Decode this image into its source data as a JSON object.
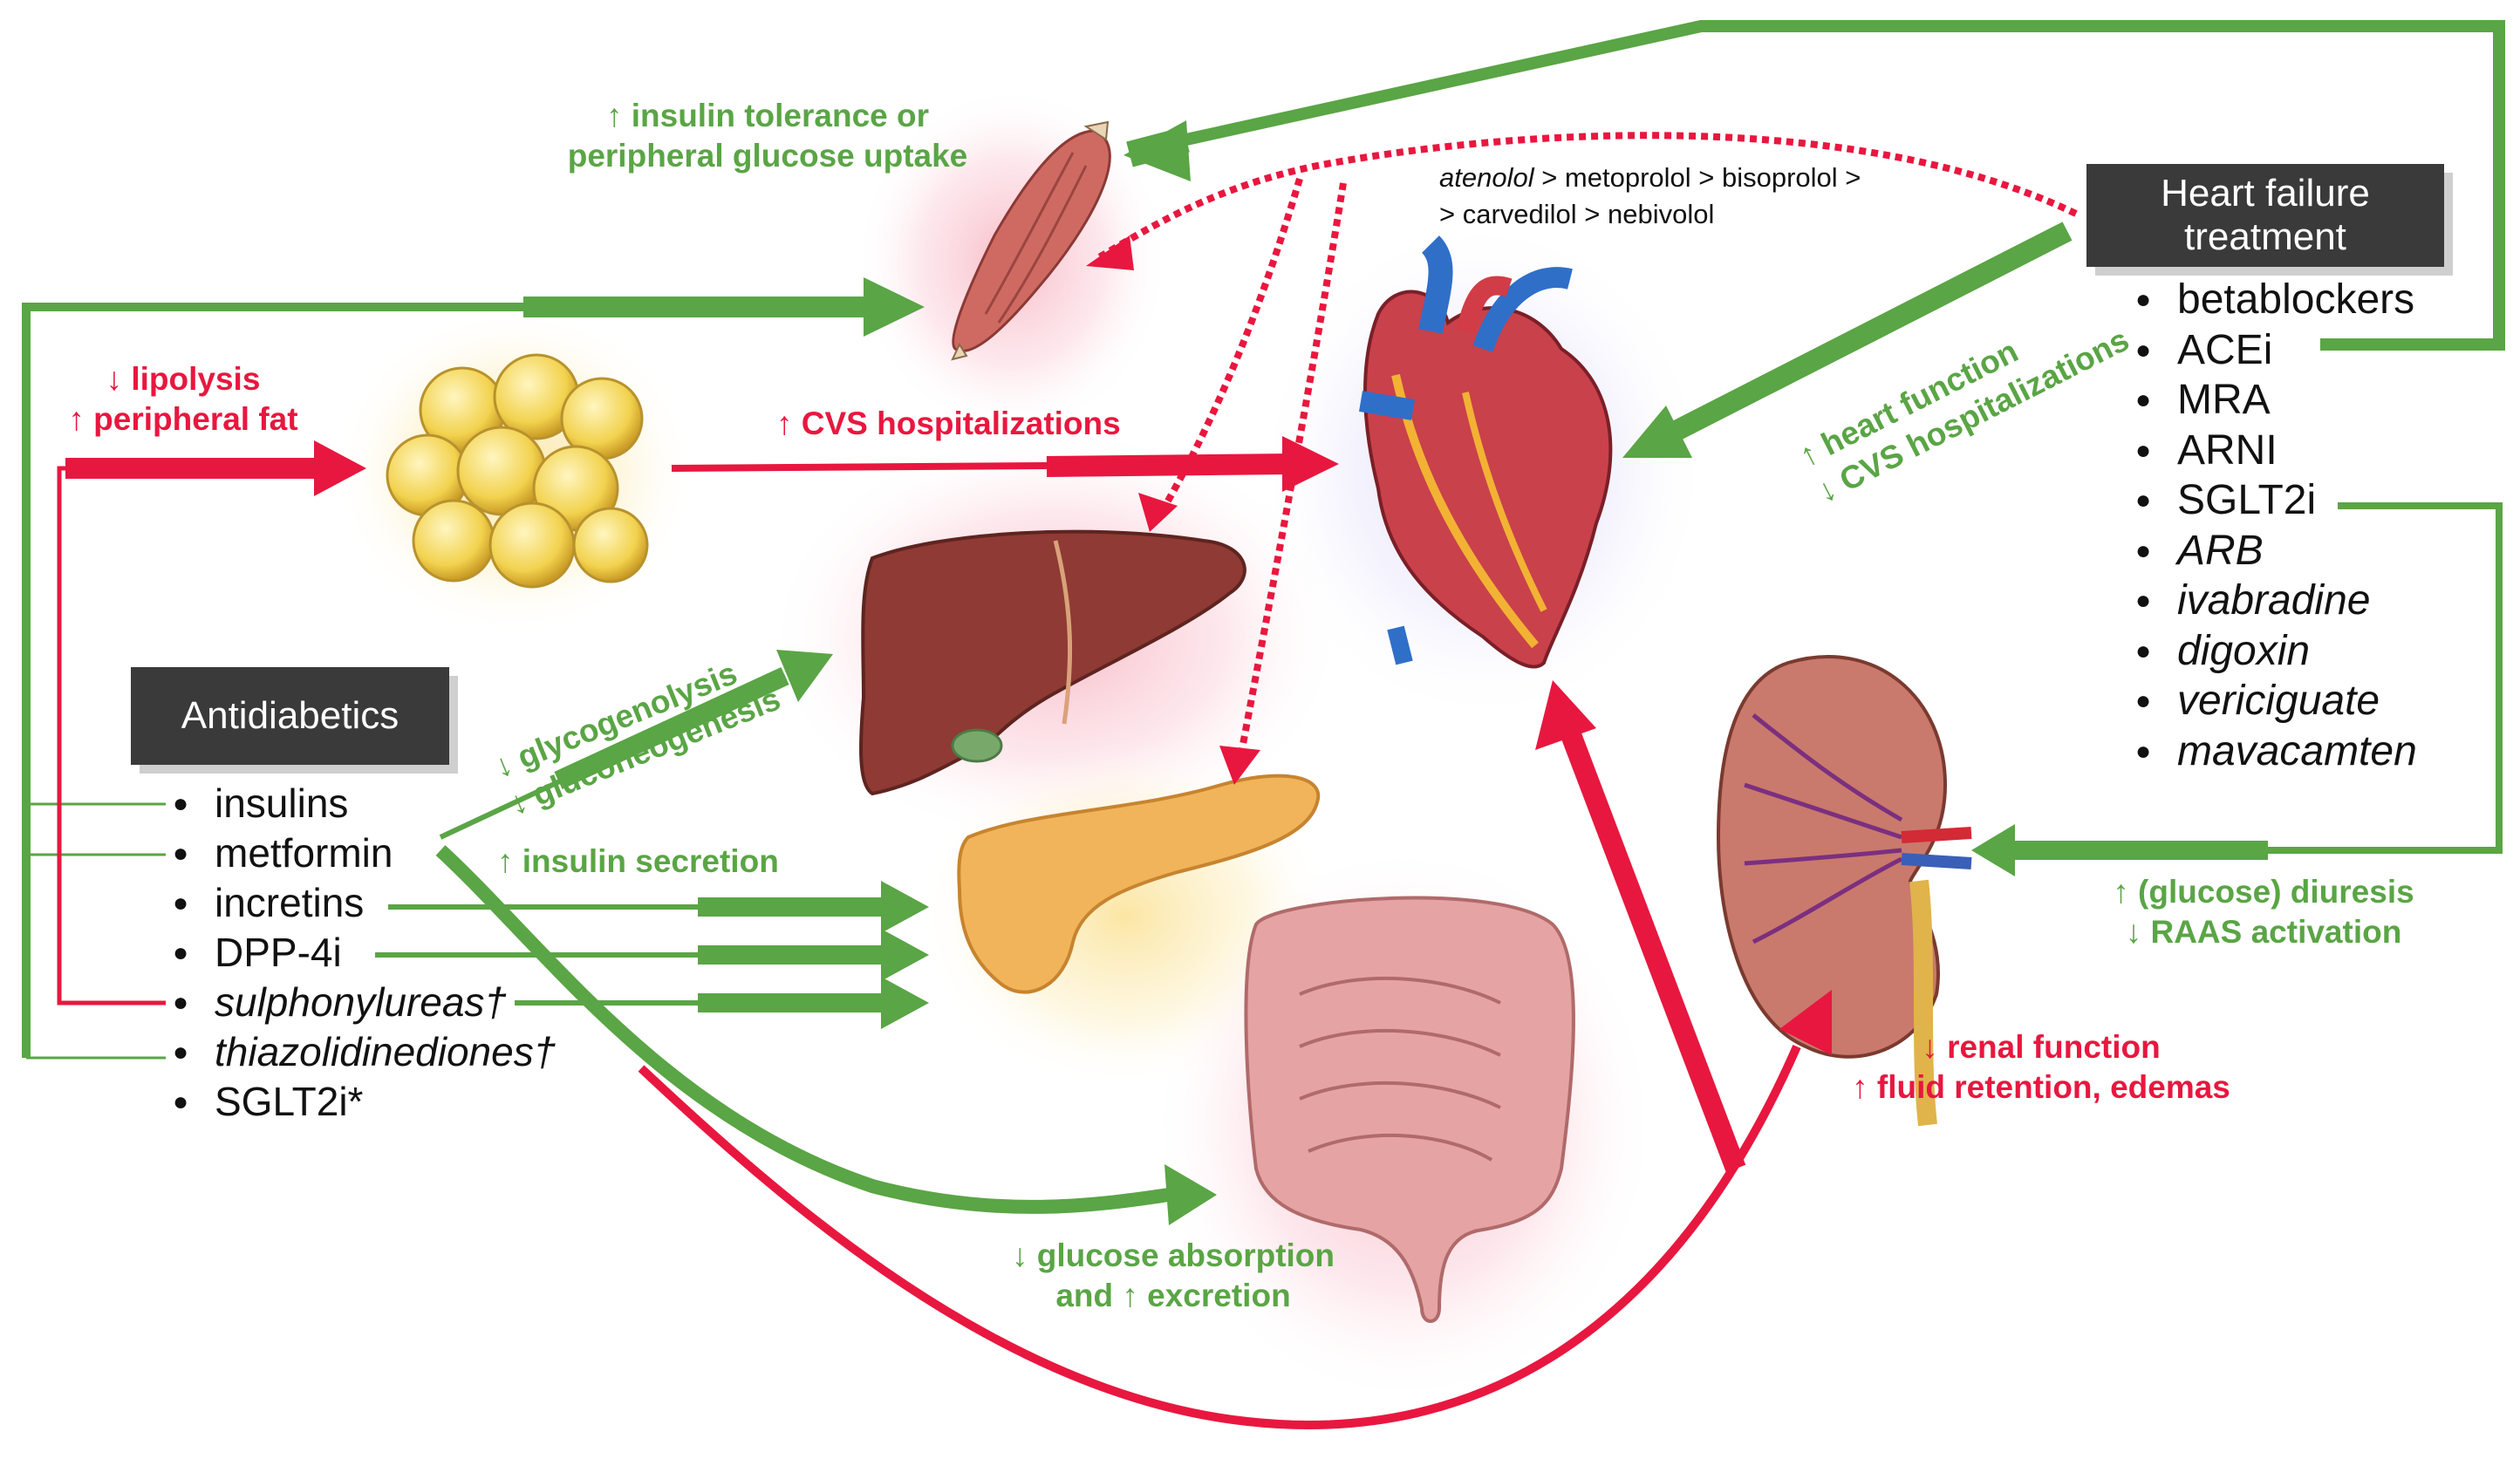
{
  "hf_box": {
    "title_line1": "Heart failure",
    "title_line2": "treatment",
    "items": [
      "betablockers",
      "ACEi",
      "MRA",
      "ARNI",
      "SGLT2i",
      "ARB",
      "ivabradine",
      "digoxin",
      "vericiguate",
      "mavacamten"
    ]
  },
  "antidiabetics": {
    "title": "Antidiabetics",
    "items": [
      "insulins",
      "metformin",
      "incretins",
      "DPP-4i",
      "sulphonylureas†",
      "thiazolidinediones†",
      "SGLT2i*"
    ]
  },
  "labels": {
    "insulin_tolerance_1": "↑ insulin tolerance or",
    "insulin_tolerance_2": "peripheral glucose uptake",
    "lipolysis_1": "↓ lipolysis",
    "lipolysis_2": "↑ peripheral fat",
    "cvs_hosp": "↑ CVS hospitalizations",
    "heart_function_1": "↑ heart function",
    "heart_function_2": "↓ CVS hospitalizations",
    "glyco_1": "↓ glycogenolysis",
    "glyco_2": "↓ gluconeogenesis",
    "insulin_secretion": "↑ insulin secretion",
    "diuresis_1": "↑ (glucose) diuresis",
    "diuresis_2": "↓ RAAS activation",
    "renal_1": "↓ renal function",
    "renal_2": "↑ fluid retention, edemas",
    "glucose_abs_1": "↓ glucose absorption",
    "glucose_abs_2": "and ↑ excretion"
  },
  "betablocker_order": {
    "atenolol": "atenolol",
    "line1_rest": " > metoprolol > bisoprolol >",
    "line2": "> carvedilol > nebivolol"
  },
  "colors": {
    "green": "#5aa545",
    "red": "#e8173f",
    "box_dark": "#3a3a3a"
  },
  "icons": [
    "muscle-icon",
    "fat-cells-icon",
    "heart-icon",
    "liver-icon",
    "pancreas-icon",
    "intestine-icon",
    "kidney-icon"
  ]
}
